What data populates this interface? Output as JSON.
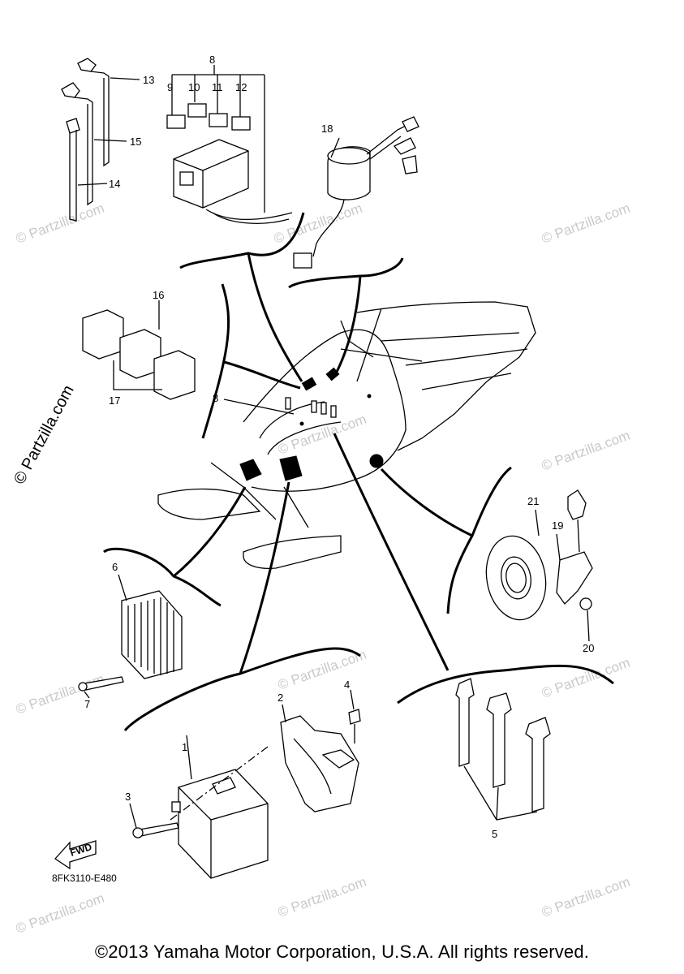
{
  "diagram": {
    "drawing_code": "8FK3110-E480",
    "fwd_label": "FWD",
    "callouts": [
      "1",
      "2",
      "3",
      "4",
      "5",
      "6",
      "7",
      "8",
      "9",
      "10",
      "11",
      "12",
      "13",
      "14",
      "15",
      "16",
      "17",
      "18",
      "19",
      "20",
      "21"
    ],
    "center_callout": "8",
    "copyright": "©2013 Yamaha Motor Corporation, U.S.A. All rights reserved.",
    "watermark_side": "© Partzilla.com",
    "watermark_tile": "© Partzilla.com"
  }
}
